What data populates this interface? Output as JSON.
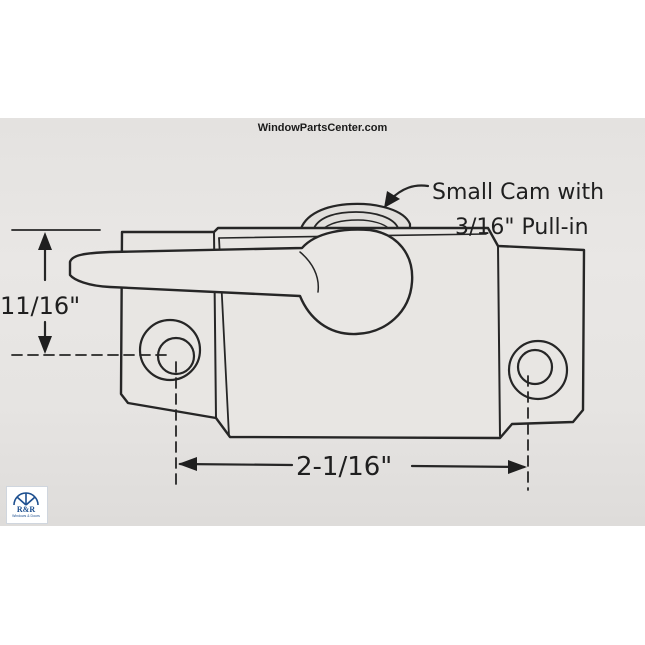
{
  "watermark": "WindowPartsCenter.com",
  "callout": {
    "line1": "Small Cam with",
    "line2": "3/16\" Pull-in"
  },
  "dimensions": {
    "height": "11/16\"",
    "width": "2-1/16\""
  },
  "logo": {
    "mark": "R&R",
    "sub": "Windows & Doors"
  }
}
